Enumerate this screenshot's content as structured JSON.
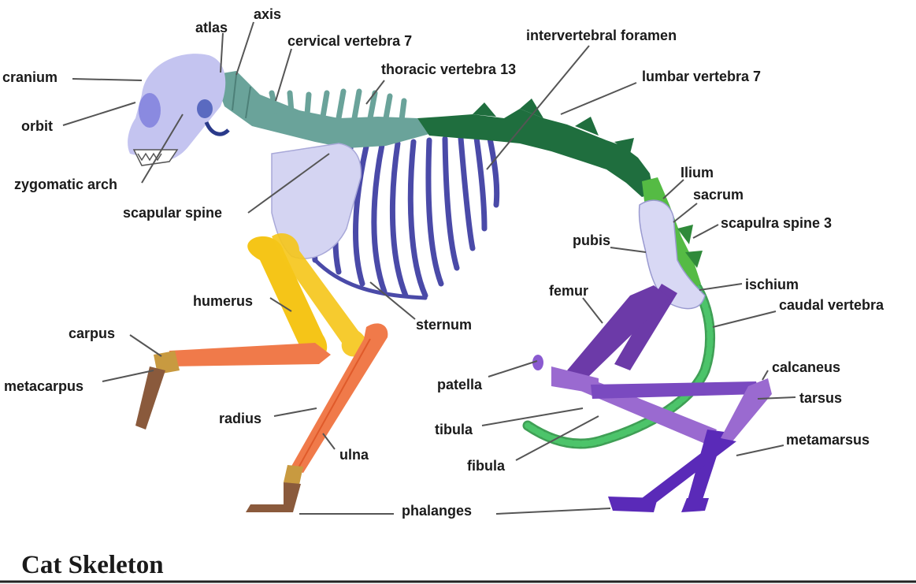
{
  "title": "Cat Skeleton",
  "labels": {
    "cranium": "cranium",
    "orbit": "orbit",
    "zygomatic_arch": "zygomatic arch",
    "atlas": "atlas",
    "axis": "axis",
    "cervical": "cervical vertebra 7",
    "thoracic": "thoracic vertebra 13",
    "foramen": "intervertebral foramen",
    "lumbar": "lumbar vertebra 7",
    "scapular_spine": "scapular spine",
    "ilium": "Ilium",
    "sacrum": "sacrum",
    "scapulra_spine_3": "scapulra spine 3",
    "pubis": "pubis",
    "ischium": "ischium",
    "caudal": "caudal vertebra",
    "femur": "femur",
    "humerus": "humerus",
    "sternum": "sternum",
    "carpus": "carpus",
    "metacarpus": "metacarpus",
    "radius": "radius",
    "ulna": "ulna",
    "patella": "patella",
    "tibula": "tibula",
    "fibula": "fibula",
    "calcaneus": "calcaneus",
    "tarsus": "tarsus",
    "metamarsus": "metamarsus",
    "phalanges": "phalanges"
  },
  "colors": {
    "skull": "#c4c4f0",
    "cervical": "#6aa39a",
    "lumbar": "#1f6e3e",
    "sacral": "#55bb44",
    "tail": "#4cc46a",
    "ribs": "#4a4aa8",
    "scapula": "#d4d4f2",
    "humerus": "#f5c518",
    "forearm": "#f07a4a",
    "paw_front": "#8a5a3c",
    "femur": "#6c3aa8",
    "hind_lower": "#9a6ad0",
    "hind_paw": "#5a2ab8"
  }
}
